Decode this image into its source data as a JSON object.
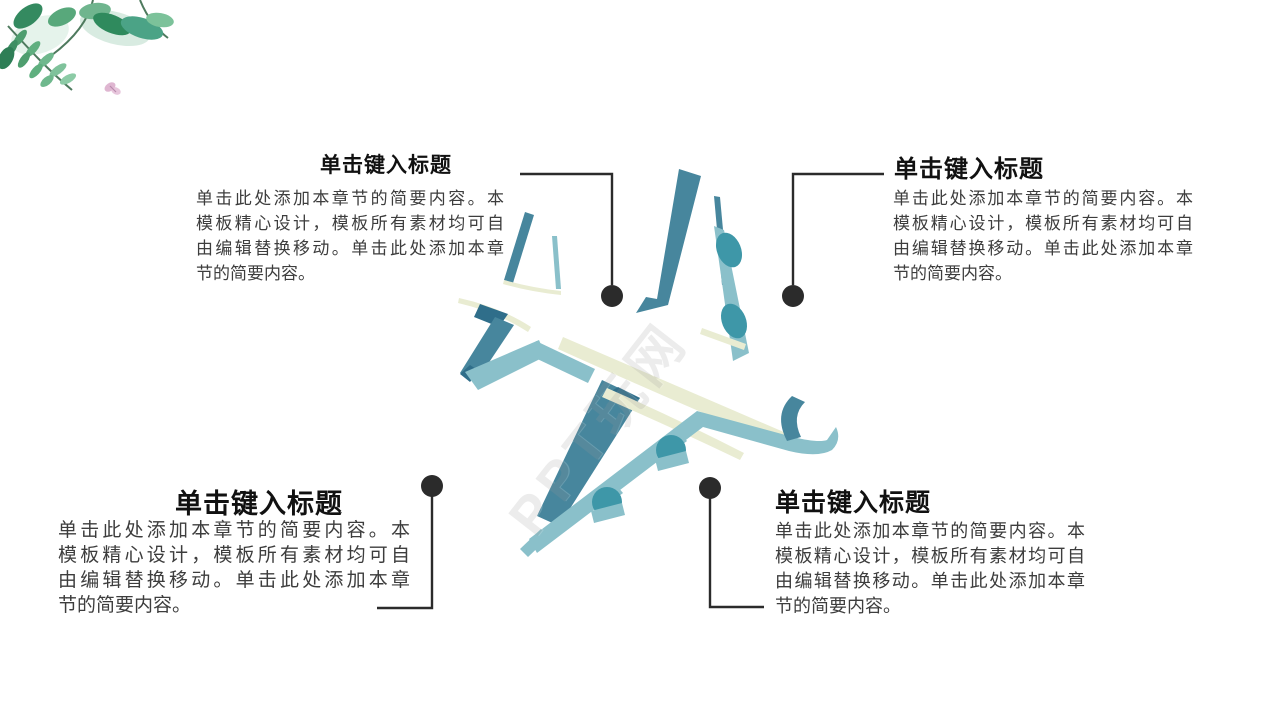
{
  "slide": {
    "background": "#ffffff",
    "watermark_text": "PPT玩网"
  },
  "colors": {
    "bg": "#ffffff",
    "teal_dark": "#47869D",
    "teal_mid": "#3E97A8",
    "teal_light": "#8AC0CA",
    "navy": "#2F6E8A",
    "cream": "#E9ECD2",
    "connector": "#2B2B2B",
    "title_text": "#111111",
    "body_text": "#3D3D3D",
    "watermark": "#9A9A9A",
    "leaf_green_dark": "#2E7E56",
    "leaf_green": "#4BA386",
    "butterfly_pink": "#D9A9C9"
  },
  "icons": {
    "airplane": "airplane-illustration",
    "leaves": "watercolor-leaves",
    "butterfly": "butterfly"
  },
  "blocks": {
    "top_left": {
      "title": "单击键入标题",
      "lines": [
        "单击此处添加本章节的简要内容。本",
        "模板精心设计，模板所有素材均可自",
        "由编辑替换移动。单击此处添加本章",
        "节的简要内容。"
      ]
    },
    "top_right": {
      "title": "单击键入标题",
      "lines": [
        "单击此处添加本章节的简要内容。本",
        "模板精心设计，模板所有素材均可自",
        "由编辑替换移动。单击此处添加本章",
        "节的简要内容。"
      ]
    },
    "bottom_left": {
      "title": "单击键入标题",
      "lines": [
        "单击此处添加本章节的简要内容。本",
        "模板精心设计，模板所有素材均可自",
        "由编辑替换移动。单击此处添加本章",
        "节的简要内容。"
      ]
    },
    "bottom_right": {
      "title": "单击键入标题",
      "lines": [
        "单击此处添加本章节的简要内容。本",
        "模板精心设计，模板所有素材均可自",
        "由编辑替换移动。单击此处添加本章",
        "节的简要内容。"
      ]
    }
  }
}
